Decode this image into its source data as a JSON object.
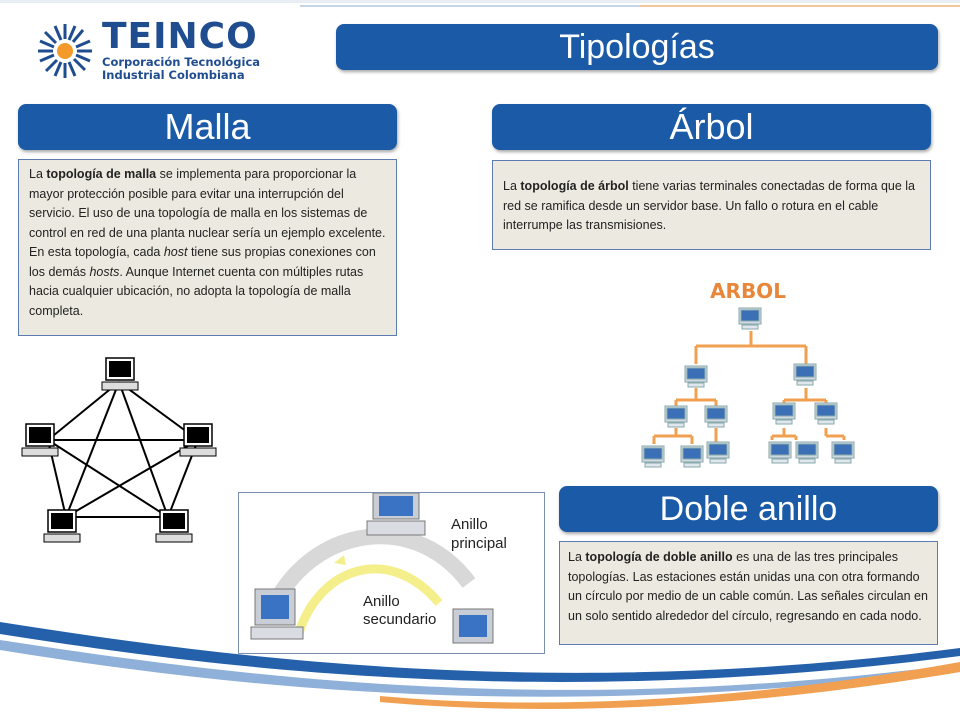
{
  "logo": {
    "name": "TEINCO",
    "subtitle_line1": "Corporación Tecnológica",
    "subtitle_line2": "Industrial Colombiana"
  },
  "header": {
    "title": "Tipologías"
  },
  "malla": {
    "heading": "Malla",
    "p1": "La ",
    "b1": "topología de malla",
    "p2": " se implementa para proporcionar la mayor protección posible para evitar una interrupción del servicio. El uso de una topología de malla en los sistemas de control en red de una planta nuclear sería un ejemplo excelente. En esta topología, cada ",
    "i1": "host",
    "p3": " tiene sus propias conexiones con los demás ",
    "i2": "hosts",
    "p4": ". Aunque Internet cuenta con múltiples rutas hacia cualquier ubicación, no adopta la topología de malla completa."
  },
  "arbol": {
    "heading": "Árbol",
    "p1": "La ",
    "b1": "topología de árbol",
    "p2": " tiene varias terminales conectadas de forma que la red se ramifica desde un servidor base. Un fallo o rotura en el cable interrumpe las transmisiones.",
    "diagram_label": "ARBOL"
  },
  "doble_anillo": {
    "heading": "Doble anillo",
    "p1": "La ",
    "b1": "topología de doble anillo",
    "p2": " es una de las tres principales topologías. Las estaciones están unidas una con otra formando un círculo por medio de un cable común. Las señales circulan en un solo sentido alrededor del círculo, regresando en cada nodo.",
    "label_principal_1": "Anillo",
    "label_principal_2": "principal",
    "label_secundario_1": "Anillo",
    "label_secundario_2": "secundario"
  },
  "colors": {
    "title_blue": "#1a5aa6",
    "textbox_bg": "#eceae0",
    "tree_orange": "#f0a050",
    "accent_orange": "#e8873a"
  }
}
